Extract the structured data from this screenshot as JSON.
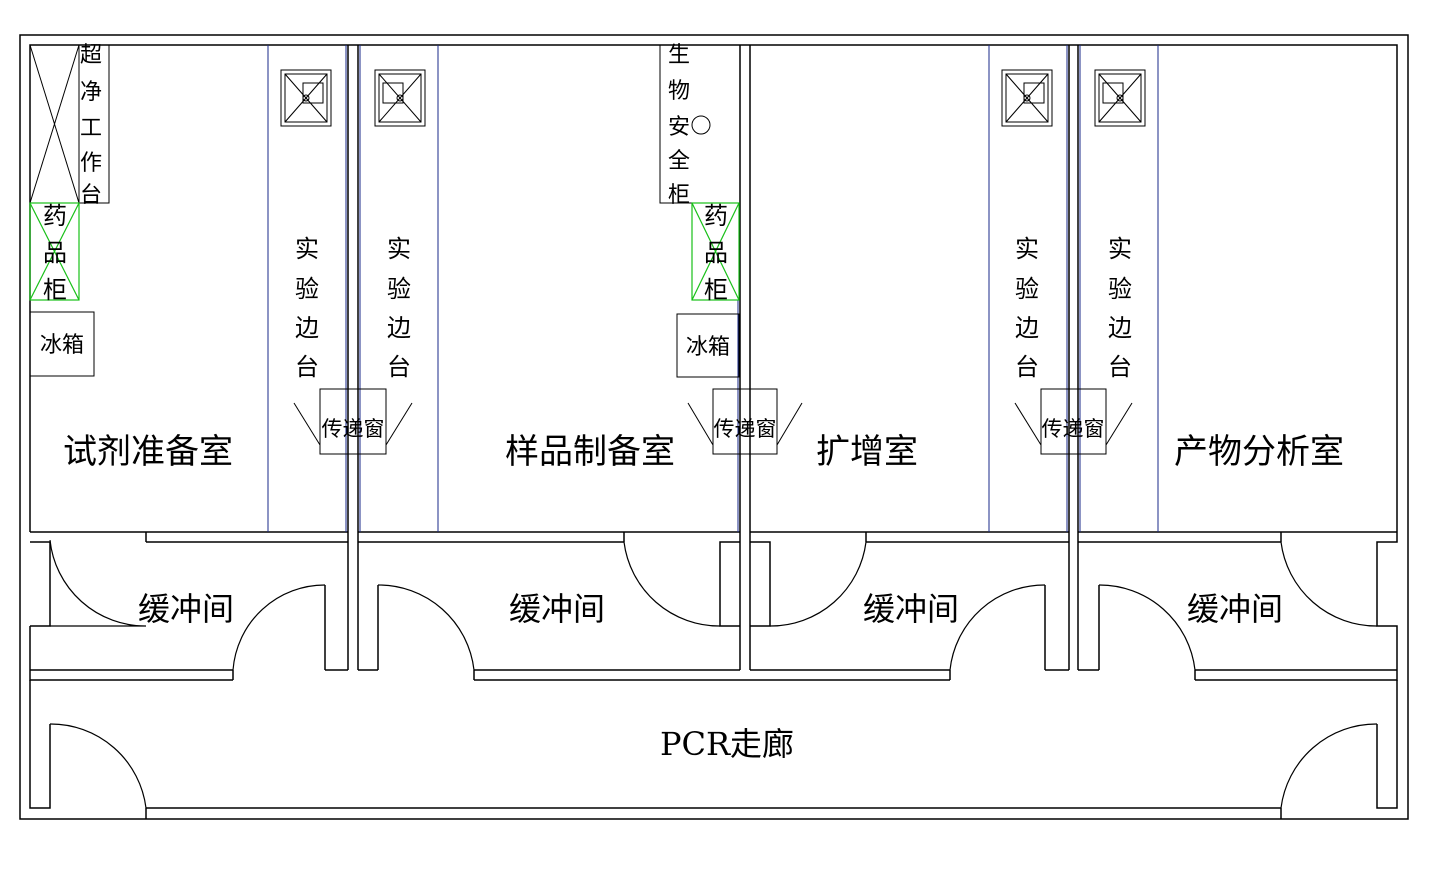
{
  "rooms": {
    "reagent_prep": "试剂准备室",
    "sample_prep": "样品制备室",
    "amplification": "扩增室",
    "product_analysis": "产物分析室",
    "buffer": "缓冲间",
    "corridor": "PCR走廊"
  },
  "equipment": {
    "clean_bench": [
      "超",
      "净",
      "工",
      "作",
      "台"
    ],
    "biosafety_cabinet": [
      "生",
      "物",
      "安",
      "全",
      "柜"
    ],
    "chemical_cabinet": [
      "药",
      "品",
      "柜"
    ],
    "lab_bench": [
      "实",
      "验",
      "边",
      "台"
    ],
    "fridge": "冰箱",
    "pass_box": "传递窗"
  },
  "colors": {
    "wall": "#000000",
    "bench_line": "#1a2a8a",
    "cabinet": "#18c018"
  },
  "icons": [
    "sink-icon",
    "biosafety-circle-icon"
  ]
}
